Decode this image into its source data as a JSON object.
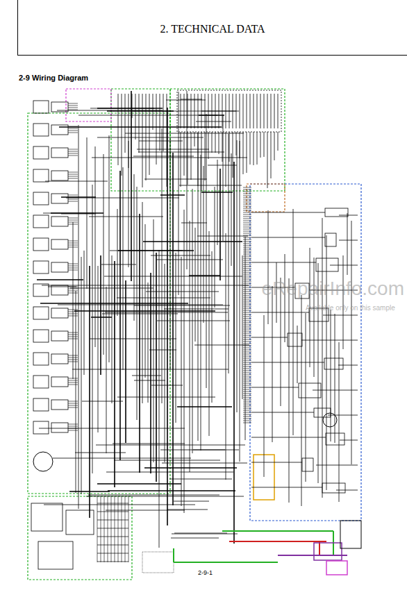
{
  "diagram": {
    "title": "2. TECHNICAL DATA",
    "labels": [
      "2-9 Wiring Diagram",
      "2-9-1",
      "eRepairInfo.com",
      "Available only on this sample"
    ]
  }
}
